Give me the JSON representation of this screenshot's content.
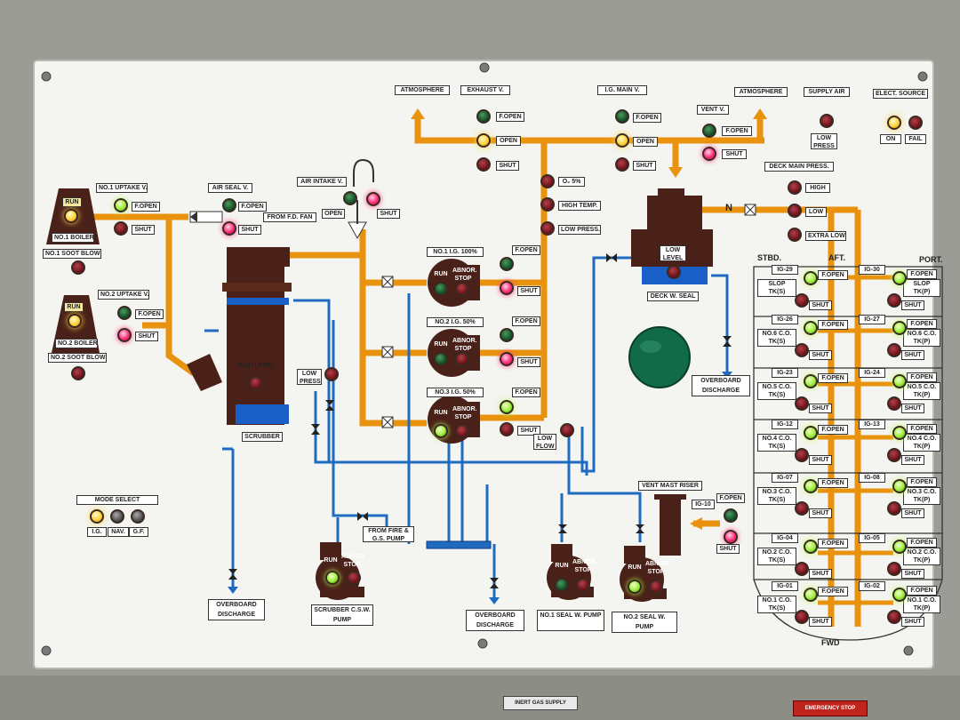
{
  "top": {
    "atmosphere_left": "ATMOSPHERE",
    "exhaust_v": "EXHAUST V.",
    "ig_main_v": "I.G. MAIN V.",
    "atmosphere_right": "ATMOSPHERE",
    "supply_air": "SUPPLY AIR",
    "elect_source": "ELECT. SOURCE",
    "vent_v": "VENT V."
  },
  "common": {
    "fopen": "F.OPEN",
    "open": "OPEN",
    "shut": "SHUT",
    "run": "RUN",
    "abnor_stop": "ABNOR. STOP",
    "low_press": "LOW PRESS",
    "on": "ON",
    "fail": "FAIL"
  },
  "alarms": {
    "o2": "O₂ 5%",
    "high_temp": "HIGH TEMP.",
    "low_press": "LOW PRESS."
  },
  "deck_main": {
    "title": "DECK MAIN PRESS.",
    "high": "HIGH",
    "low": "LOW",
    "extra_low": "EXTRA LOW",
    "n_symbol": "N"
  },
  "boilers": {
    "no1_uptake": "NO.1 UPTAKE V.",
    "no1_boiler": "NO.1 BOILER",
    "no1_soot": "NO.1 SOOT BLOW",
    "no2_uptake": "NO.2 UPTAKE V.",
    "no2_boiler": "NO.2 BOILER",
    "no2_soot": "NO.2 SOOT BLOW"
  },
  "air": {
    "air_seal": "AIR SEAL V.",
    "from_fd_fan": "FROM F.D. FAN",
    "air_intake": "AIR INTAKE V."
  },
  "scrubber": {
    "high_level": "HIGH LEVEL",
    "name": "SCRUBBER",
    "low_press": "LOW PRESS",
    "pump": "SCRUBBER C.S.W. PUMP",
    "from_fire": "FROM FIRE & G.S. PUMP"
  },
  "ig_fans": {
    "no1": "NO.1 I.G. 100%",
    "no2": "NO.2 I.G. 50%",
    "no3": "NO.3 I.G. 50%",
    "low_flow": "LOW FLOW"
  },
  "deck_seal": {
    "low_level": "LOW LEVEL",
    "name": "DECK W. SEAL",
    "overboard": "OVERBOARD DISCHARGE",
    "pump1": "NO.1 SEAL W. PUMP",
    "pump2": "NO.2 SEAL W. PUMP"
  },
  "overboard": {
    "left": "OVERBOARD DISCHARGE",
    "mid": "OVERBOARD DISCHARGE"
  },
  "vent_mast": {
    "title": "VENT MAST RISER",
    "ig10": "IG-10"
  },
  "mode": {
    "title": "MODE SELECT",
    "ig": "I.G.",
    "nav": "NAV.",
    "gf": "G.F."
  },
  "tanks": {
    "stbd": "STBD.",
    "aft": "AFT.",
    "port": "PORT.",
    "fwd": "FWD",
    "rows": [
      {
        "s_id": "IG-29",
        "s_name": "SLOP TK(S)",
        "p_id": "IG-30",
        "p_name": "SLOP TK(P)"
      },
      {
        "s_id": "IG-26",
        "s_name": "NO.6 C.O. TK(S)",
        "p_id": "IG-27",
        "p_name": "NO.6 C.O. TK(P)"
      },
      {
        "s_id": "IG-23",
        "s_name": "NO.5 C.O. TK(S)",
        "p_id": "IG-24",
        "p_name": "NO.5 C.O. TK(P)"
      },
      {
        "s_id": "IG-12",
        "s_name": "NO.4 C.O. TK(S)",
        "p_id": "IG-13",
        "p_name": "NO.4 C.O. TK(P)"
      },
      {
        "s_id": "IG-07",
        "s_name": "NO.3 C.O. TK(S)",
        "p_id": "IG-08",
        "p_name": "NO.3 C.O. TK(P)"
      },
      {
        "s_id": "IG-04",
        "s_name": "NO.2 C.O. TK(S)",
        "p_id": "IG-05",
        "p_name": "NO.2 C.O. TK(P)"
      },
      {
        "s_id": "IG-01",
        "s_name": "NO.1 C.O. TK(S)",
        "p_id": "IG-02",
        "p_name": "NO.1 C.O. TK(P)"
      }
    ]
  },
  "bottom": {
    "nameplate": "INERT GAS SUPPLY",
    "estop": "EMERGENCY STOP"
  },
  "colors": {
    "panel": "#f2f2ee",
    "orange_pipe": "#e8920e",
    "blue_pipe": "#1e6bc0",
    "equipment": "#4a2118",
    "water": "#1a5fc8",
    "big_button": "#116b4a"
  }
}
